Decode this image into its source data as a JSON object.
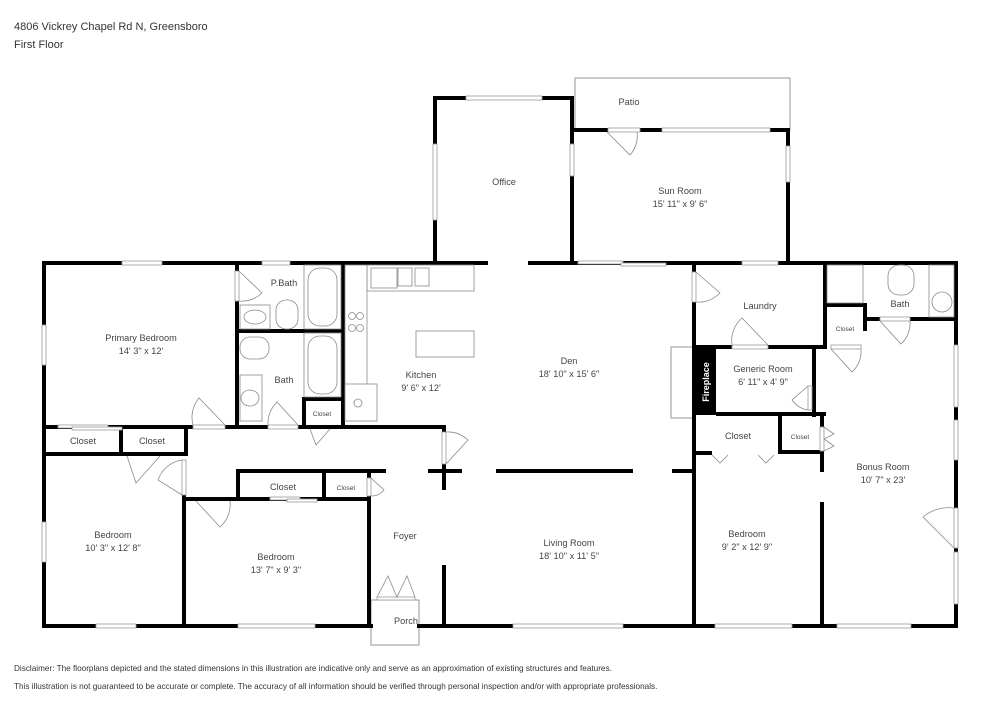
{
  "header": {
    "address": "4806 Vickrey Chapel Rd N, Greensboro",
    "floor": "First Floor"
  },
  "rooms": {
    "patio": {
      "name": "Patio"
    },
    "office": {
      "name": "Office"
    },
    "sun_room": {
      "name": "Sun Room",
      "dims": "15' 11\" x 9' 6\""
    },
    "p_bath": {
      "name": "P.Bath"
    },
    "primary_bedroom": {
      "name": "Primary Bedroom",
      "dims": "14' 3\" x 12'"
    },
    "bath_hall": {
      "name": "Bath"
    },
    "closet_small_hall": {
      "name": "Closet"
    },
    "kitchen": {
      "name": "Kitchen",
      "dims": "9' 6\" x 12'"
    },
    "den": {
      "name": "Den",
      "dims": "18' 10\" x 15' 6\""
    },
    "laundry": {
      "name": "Laundry"
    },
    "bath_east": {
      "name": "Bath"
    },
    "closet_east_small": {
      "name": "Closet"
    },
    "fireplace": {
      "name": "Fireplace"
    },
    "generic_room": {
      "name": "Generic Room",
      "dims": "6' 11\" x 4' 9\""
    },
    "closet_pb_1": {
      "name": "Closet"
    },
    "closet_pb_2": {
      "name": "Closet"
    },
    "closet_mid": {
      "name": "Closet"
    },
    "closet_mid_small": {
      "name": "Closet"
    },
    "closet_east_bed": {
      "name": "Closet"
    },
    "closet_east_bed_small": {
      "name": "Closet"
    },
    "bedroom_west": {
      "name": "Bedroom",
      "dims": "10' 3\" x 12' 8\""
    },
    "bedroom_mid": {
      "name": "Bedroom",
      "dims": "13' 7\" x 9' 3\""
    },
    "foyer": {
      "name": "Foyer"
    },
    "porch": {
      "name": "Porch"
    },
    "living_room": {
      "name": "Living Room",
      "dims": "18' 10\" x 11' 5\""
    },
    "bedroom_east": {
      "name": "Bedroom",
      "dims": "9' 2\" x 12' 9\""
    },
    "bonus_room": {
      "name": "Bonus Room",
      "dims": "10' 7\" x 23'"
    }
  },
  "footer": {
    "disclaimer_1": "Disclaimer: The floorplans depicted and the stated dimensions in this illustration are indicative only and serve as an approximation of existing structures and features.",
    "disclaimer_2": "This illustration is not guaranteed to be accurate or complete. The accuracy of all information should be verified through personal inspection and/or with appropriate professionals."
  }
}
